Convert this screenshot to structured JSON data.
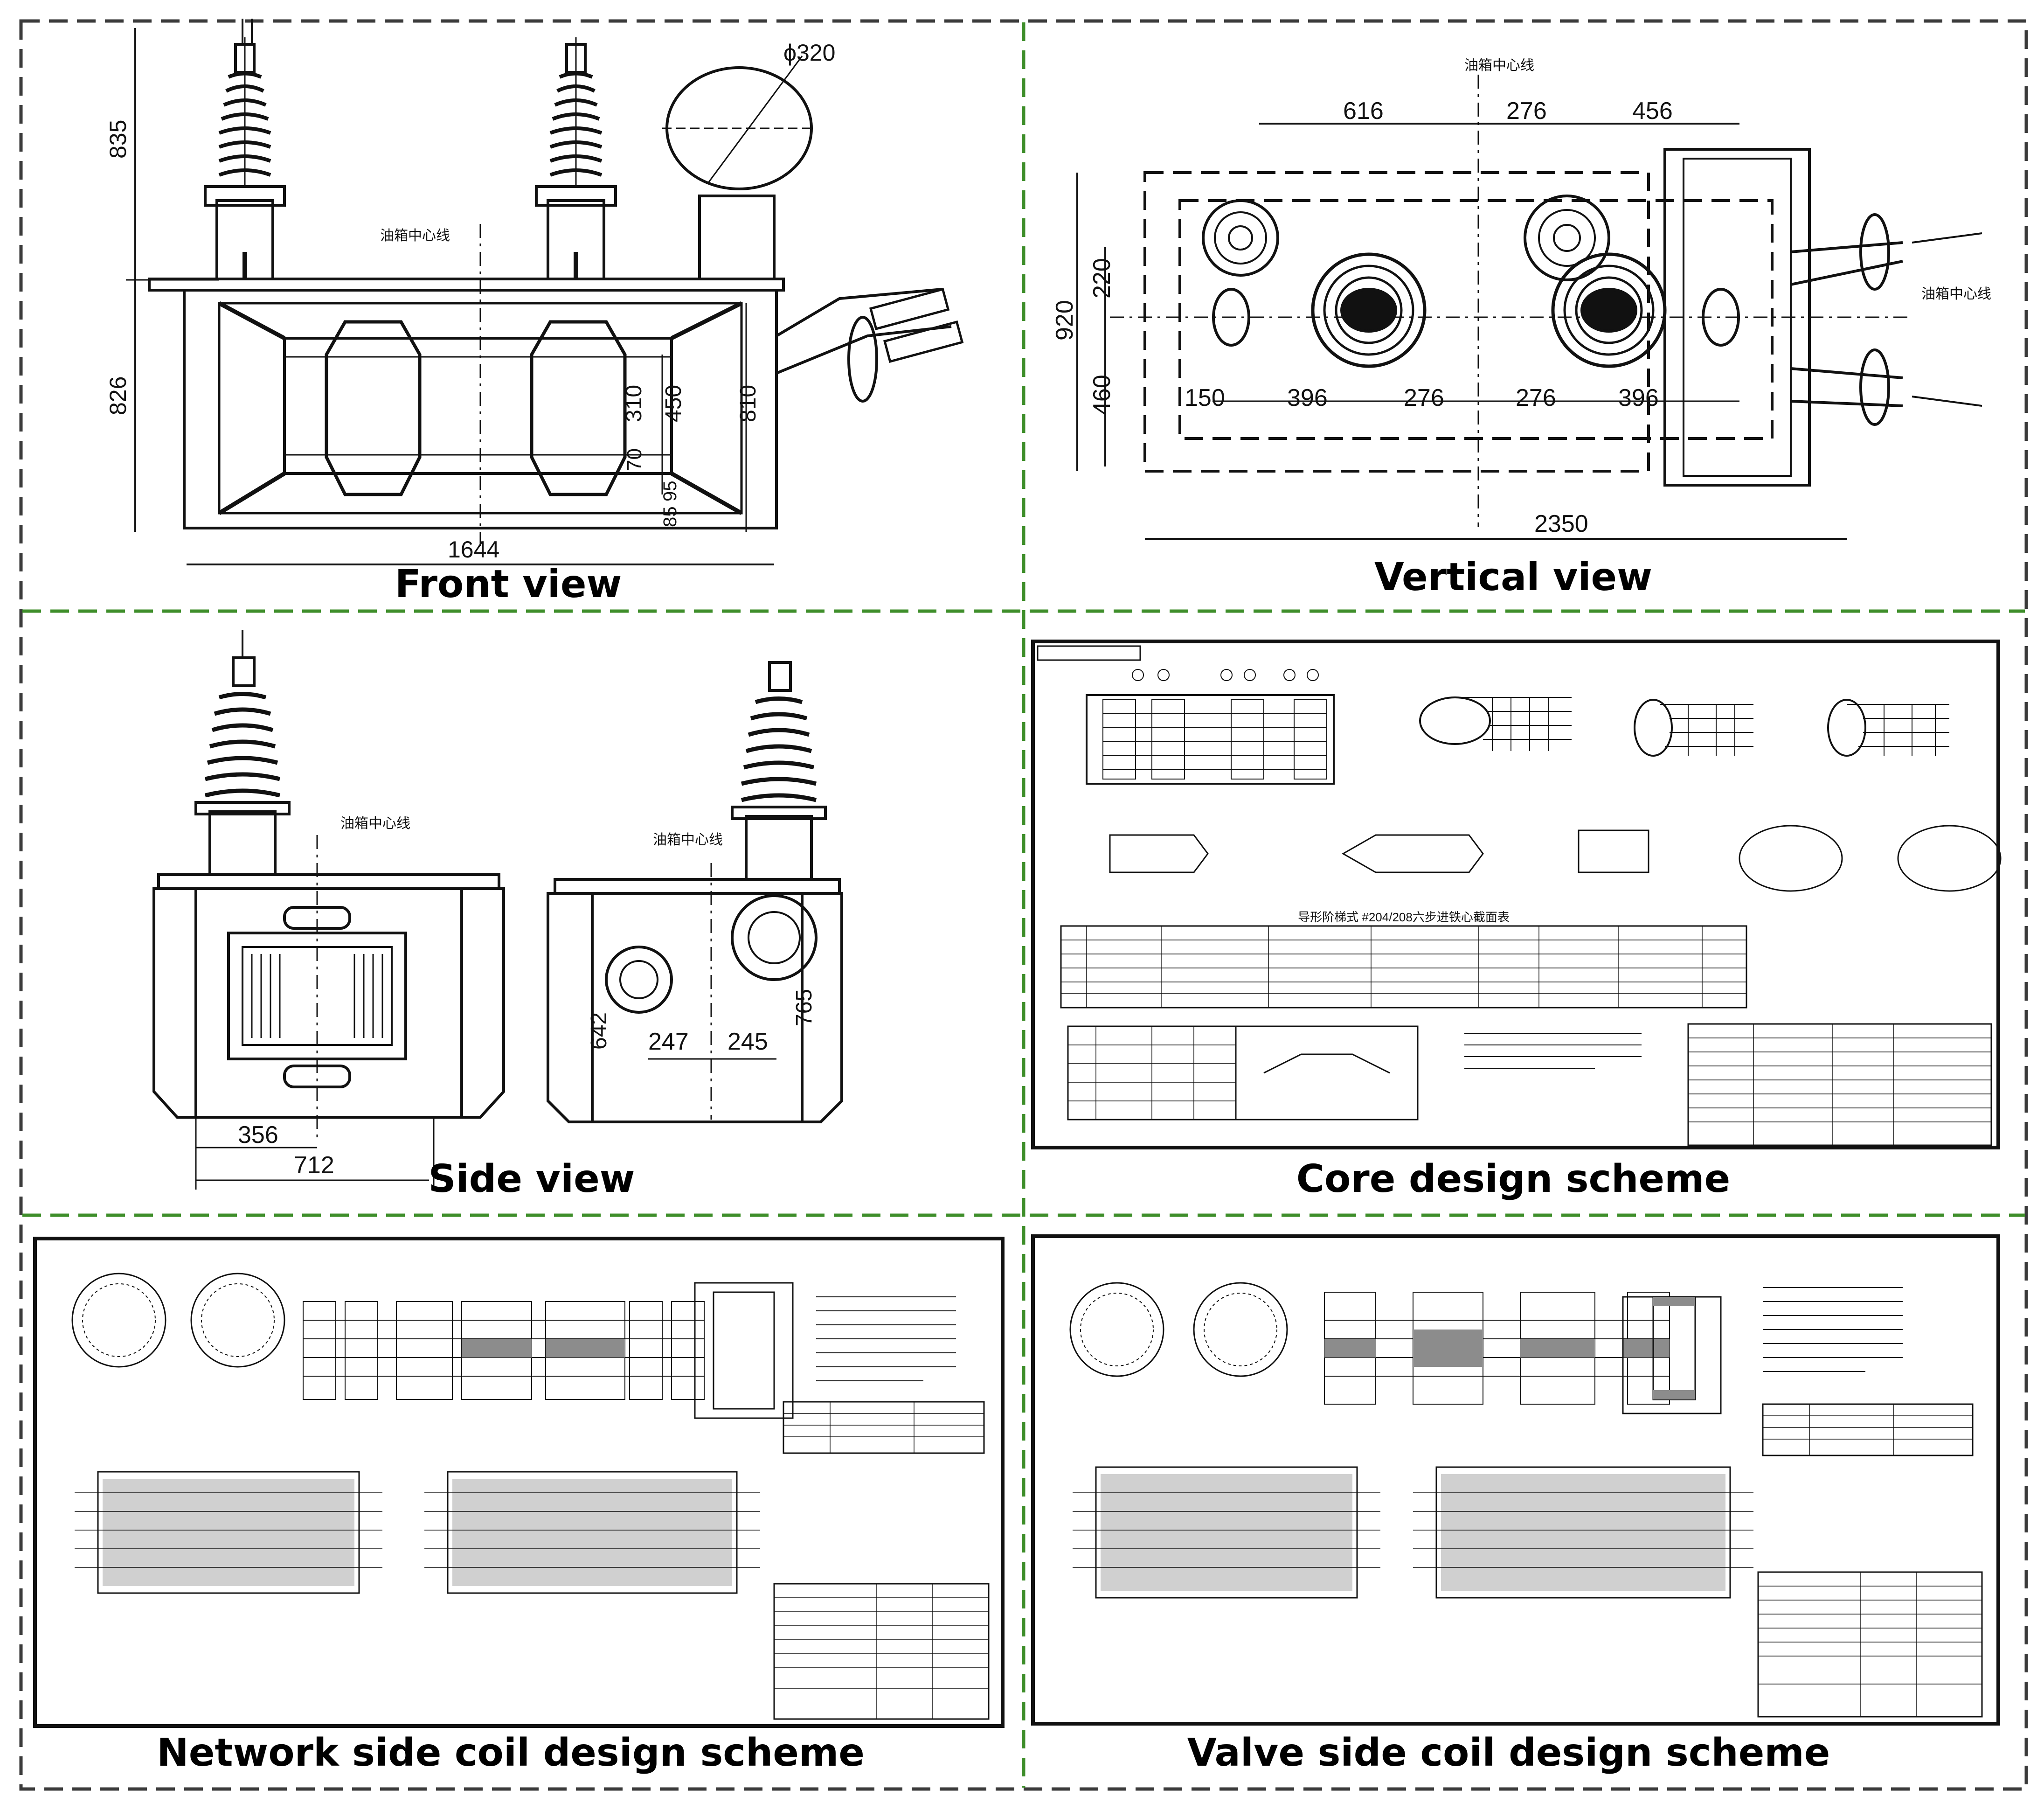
{
  "panels": {
    "front_view": {
      "caption": "Front view",
      "dims": {
        "top_height": "835",
        "body_height": "826",
        "width": "1644",
        "window_h1": "310",
        "window_h2": "450",
        "tank_h": "810",
        "gap": "70",
        "base1": "85",
        "base2": "95",
        "diameter": "ϕ320"
      },
      "centerline_label": "油箱中心线"
    },
    "vertical_view": {
      "caption": "Vertical view",
      "dims": {
        "top1": "616",
        "top2": "276",
        "top3": "456",
        "left_total": "920",
        "left_upper": "220",
        "left_lower": "460",
        "row1": "150",
        "row2": "396",
        "row3": "276",
        "row4": "276",
        "row5": "396",
        "bottom": "2350"
      },
      "centerline_label_top": "油箱中心线",
      "centerline_label_right": "油箱中心线"
    },
    "side_view": {
      "caption": "Side view",
      "dims": {
        "d356": "356",
        "d712": "712",
        "d247": "247",
        "d245": "245",
        "d642": "642",
        "d765": "765"
      },
      "centerline_label_left": "油箱中心线",
      "centerline_label_right": "油箱中心线"
    },
    "core_design": {
      "caption": "Core design scheme",
      "table_title": "导形阶梯式 #204/208六步进铁心截面表"
    },
    "network_coil": {
      "caption": "Network side coil design scheme"
    },
    "valve_coil": {
      "caption": "Valve side coil design scheme"
    }
  },
  "colors": {
    "divider": "#3e8e2a",
    "frame": "#3a3a3a",
    "ink": "#111111",
    "fill_gray": "#8c8c8c"
  }
}
